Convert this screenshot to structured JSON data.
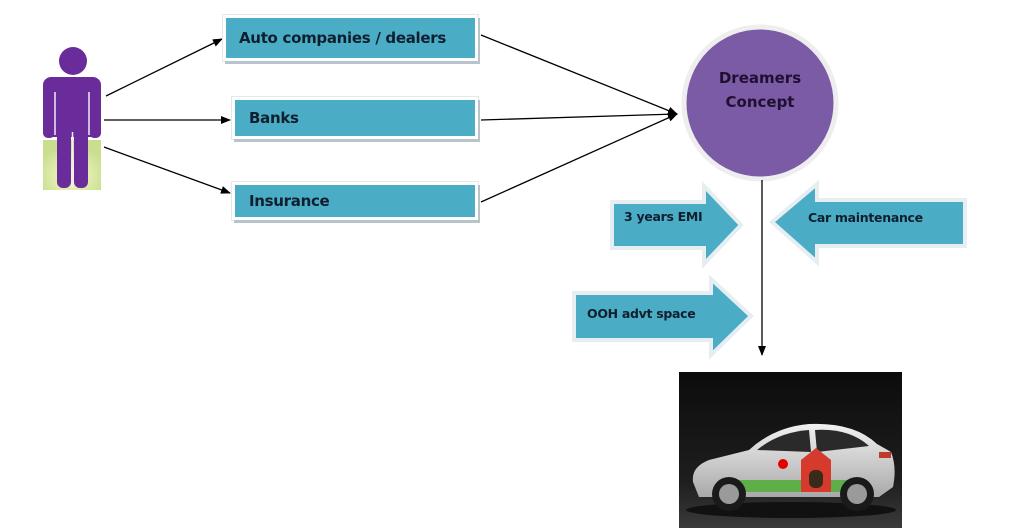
{
  "diagram": {
    "actor": {
      "icon": "person-icon",
      "color": "#6a2c9a"
    },
    "boxes": [
      {
        "label": "Auto companies / dealers"
      },
      {
        "label": "Banks"
      },
      {
        "label": "Insurance"
      }
    ],
    "hub": {
      "line1": "Dreamers",
      "line2": "Concept",
      "color": "#7b5aa6"
    },
    "inputs": [
      {
        "label": "3 years EMI",
        "direction": "right"
      },
      {
        "label": "Car maintenance",
        "direction": "left"
      },
      {
        "label": "OOH advt space",
        "direction": "right"
      }
    ],
    "output": {
      "image": "branded-car-image",
      "description": "Silver sedan with Vodafone dog-house advertisement wrap"
    },
    "colors": {
      "box": "#4bacc6",
      "hub": "#7b5aa6",
      "person": "#6a2c9a"
    }
  }
}
